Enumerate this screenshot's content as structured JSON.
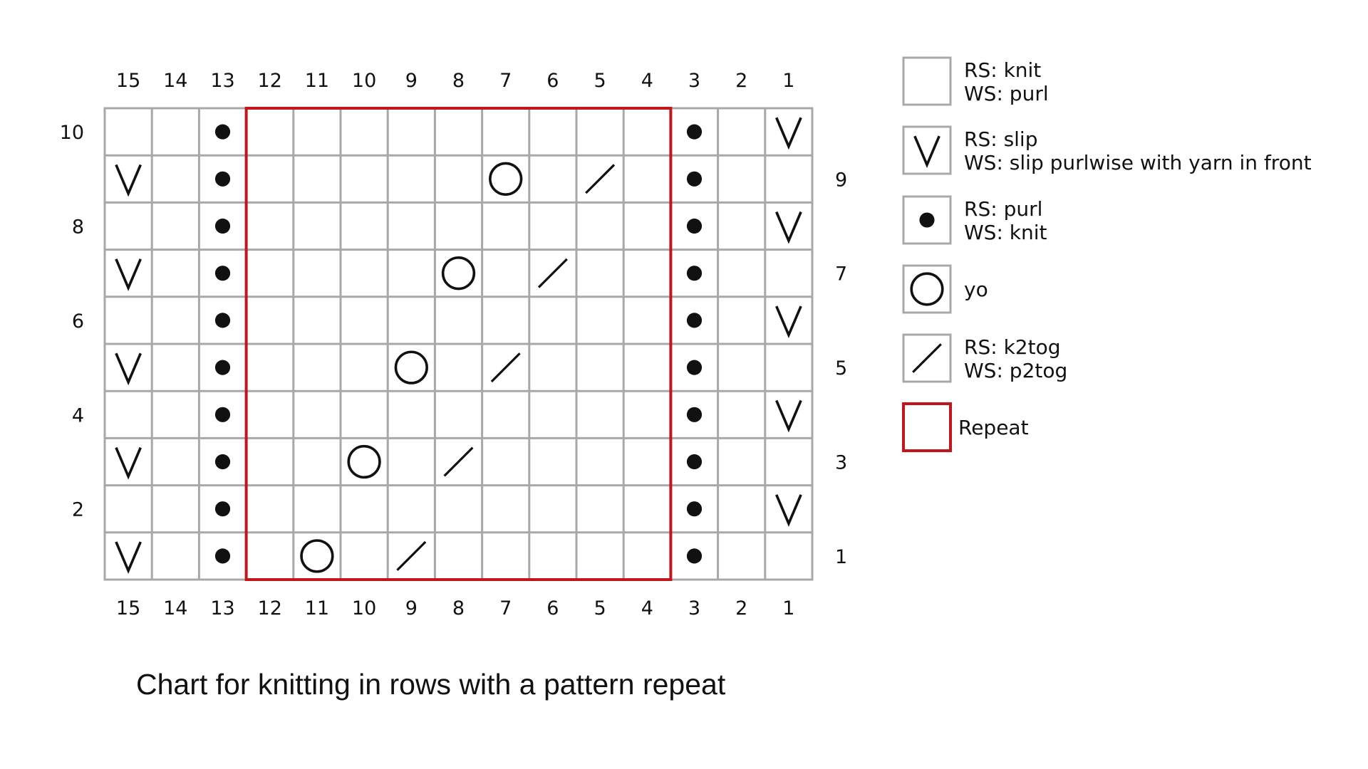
{
  "caption": "Chart for knitting in rows with a pattern repeat",
  "colors": {
    "grid": "#a8a8a8",
    "repeat_border": "#c0161c",
    "symbol": "#111111",
    "background": "#ffffff"
  },
  "chart": {
    "columns": [
      15,
      14,
      13,
      12,
      11,
      10,
      9,
      8,
      7,
      6,
      5,
      4,
      3,
      2,
      1
    ],
    "rows_top_to_bottom": [
      10,
      9,
      8,
      7,
      6,
      5,
      4,
      3,
      2,
      1
    ],
    "left_row_labels": [
      "10",
      "8",
      "6",
      "4",
      "2"
    ],
    "right_row_labels": [
      "9",
      "7",
      "5",
      "3",
      "1"
    ],
    "repeat": {
      "from_stitch": 12,
      "to_stitch": 4
    },
    "cells": [
      {
        "row": 10,
        "stitch": 13,
        "symbol": "purl"
      },
      {
        "row": 10,
        "stitch": 3,
        "symbol": "purl"
      },
      {
        "row": 10,
        "stitch": 1,
        "symbol": "slip"
      },
      {
        "row": 9,
        "stitch": 15,
        "symbol": "slip"
      },
      {
        "row": 9,
        "stitch": 13,
        "symbol": "purl"
      },
      {
        "row": 9,
        "stitch": 7,
        "symbol": "yo"
      },
      {
        "row": 9,
        "stitch": 5,
        "symbol": "k2tog"
      },
      {
        "row": 9,
        "stitch": 3,
        "symbol": "purl"
      },
      {
        "row": 8,
        "stitch": 13,
        "symbol": "purl"
      },
      {
        "row": 8,
        "stitch": 3,
        "symbol": "purl"
      },
      {
        "row": 8,
        "stitch": 1,
        "symbol": "slip"
      },
      {
        "row": 7,
        "stitch": 15,
        "symbol": "slip"
      },
      {
        "row": 7,
        "stitch": 13,
        "symbol": "purl"
      },
      {
        "row": 7,
        "stitch": 8,
        "symbol": "yo"
      },
      {
        "row": 7,
        "stitch": 6,
        "symbol": "k2tog"
      },
      {
        "row": 7,
        "stitch": 3,
        "symbol": "purl"
      },
      {
        "row": 6,
        "stitch": 13,
        "symbol": "purl"
      },
      {
        "row": 6,
        "stitch": 3,
        "symbol": "purl"
      },
      {
        "row": 6,
        "stitch": 1,
        "symbol": "slip"
      },
      {
        "row": 5,
        "stitch": 15,
        "symbol": "slip"
      },
      {
        "row": 5,
        "stitch": 13,
        "symbol": "purl"
      },
      {
        "row": 5,
        "stitch": 9,
        "symbol": "yo"
      },
      {
        "row": 5,
        "stitch": 7,
        "symbol": "k2tog"
      },
      {
        "row": 5,
        "stitch": 3,
        "symbol": "purl"
      },
      {
        "row": 4,
        "stitch": 13,
        "symbol": "purl"
      },
      {
        "row": 4,
        "stitch": 3,
        "symbol": "purl"
      },
      {
        "row": 4,
        "stitch": 1,
        "symbol": "slip"
      },
      {
        "row": 3,
        "stitch": 15,
        "symbol": "slip"
      },
      {
        "row": 3,
        "stitch": 13,
        "symbol": "purl"
      },
      {
        "row": 3,
        "stitch": 10,
        "symbol": "yo"
      },
      {
        "row": 3,
        "stitch": 8,
        "symbol": "k2tog"
      },
      {
        "row": 3,
        "stitch": 3,
        "symbol": "purl"
      },
      {
        "row": 2,
        "stitch": 13,
        "symbol": "purl"
      },
      {
        "row": 2,
        "stitch": 3,
        "symbol": "purl"
      },
      {
        "row": 2,
        "stitch": 1,
        "symbol": "slip"
      },
      {
        "row": 1,
        "stitch": 15,
        "symbol": "slip"
      },
      {
        "row": 1,
        "stitch": 13,
        "symbol": "purl"
      },
      {
        "row": 1,
        "stitch": 11,
        "symbol": "yo"
      },
      {
        "row": 1,
        "stitch": 9,
        "symbol": "k2tog"
      },
      {
        "row": 1,
        "stitch": 3,
        "symbol": "purl"
      }
    ]
  },
  "legend": [
    {
      "symbol": "knit",
      "lines": [
        "RS: knit",
        "WS: purl"
      ]
    },
    {
      "symbol": "slip",
      "lines": [
        "RS: slip",
        "WS: slip purlwise with yarn in front"
      ]
    },
    {
      "symbol": "purl",
      "lines": [
        "RS: purl",
        "WS: knit"
      ]
    },
    {
      "symbol": "yo",
      "lines": [
        "yo"
      ]
    },
    {
      "symbol": "k2tog",
      "lines": [
        "RS: k2tog",
        "WS: p2tog"
      ]
    },
    {
      "symbol": "repeat",
      "lines": [
        "Repeat"
      ]
    }
  ]
}
